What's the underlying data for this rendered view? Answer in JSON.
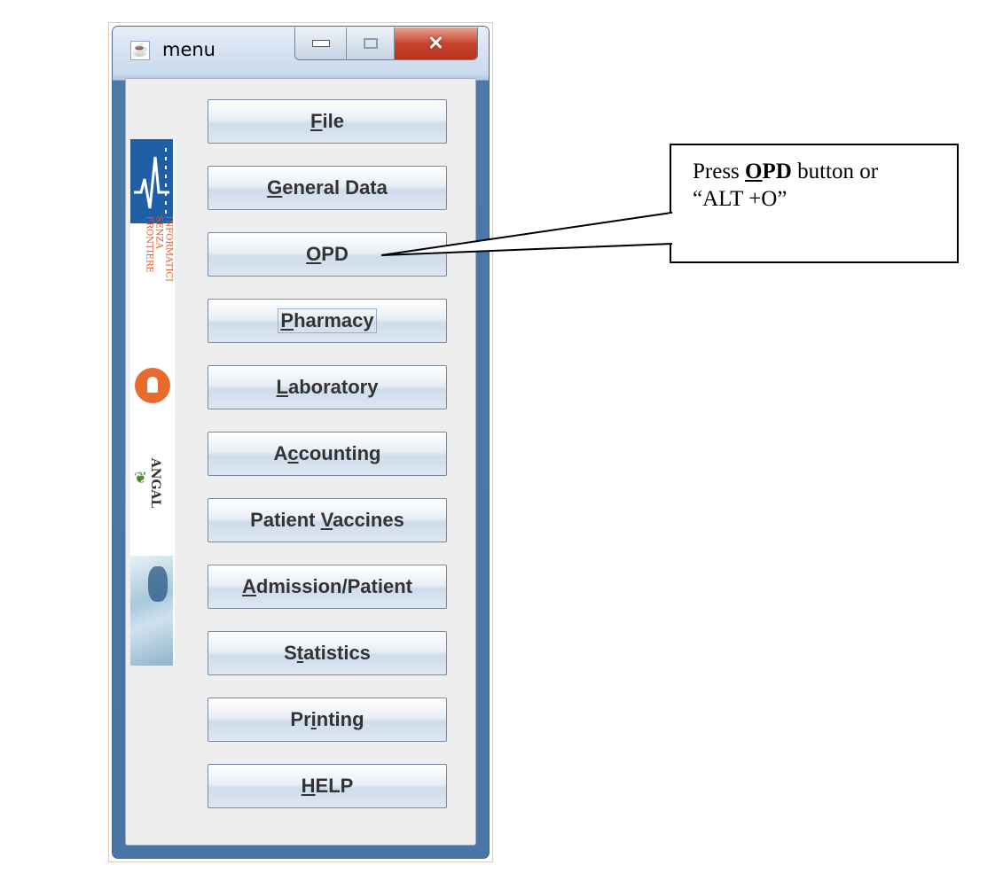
{
  "window": {
    "title": "menu",
    "icon": "java-cup-icon",
    "controls": [
      "minimize",
      "maximize",
      "close"
    ]
  },
  "banner": {
    "org_text_line1": "INFORMATICI",
    "org_text_line2": "SENZA",
    "org_text_line3": "FRONTIERE",
    "partner_text": "ANGAL"
  },
  "menu": {
    "buttons": [
      {
        "mnemonic": "F",
        "rest": "ile"
      },
      {
        "mnemonic": "G",
        "rest": "eneral Data"
      },
      {
        "mnemonic": "O",
        "rest": "PD"
      },
      {
        "mnemonic": "P",
        "rest": "harmacy"
      },
      {
        "mnemonic": "L",
        "rest": "aboratory"
      },
      {
        "pre": "A",
        "mnemonic": "c",
        "rest": "counting"
      },
      {
        "pre": "Patient ",
        "mnemonic": "V",
        "rest": "accines"
      },
      {
        "mnemonic": "A",
        "rest": "dmission/Patient"
      },
      {
        "pre": "S",
        "mnemonic": "t",
        "rest": "atistics"
      },
      {
        "pre": "Pr",
        "mnemonic": "i",
        "rest": "nting"
      },
      {
        "mnemonic": "H",
        "rest": "ELP"
      }
    ]
  },
  "callout": {
    "prefix": "Press ",
    "key_mnemonic": "O",
    "key_rest": "PD",
    "middle": " button or",
    "line2": "“ALT +O”"
  }
}
